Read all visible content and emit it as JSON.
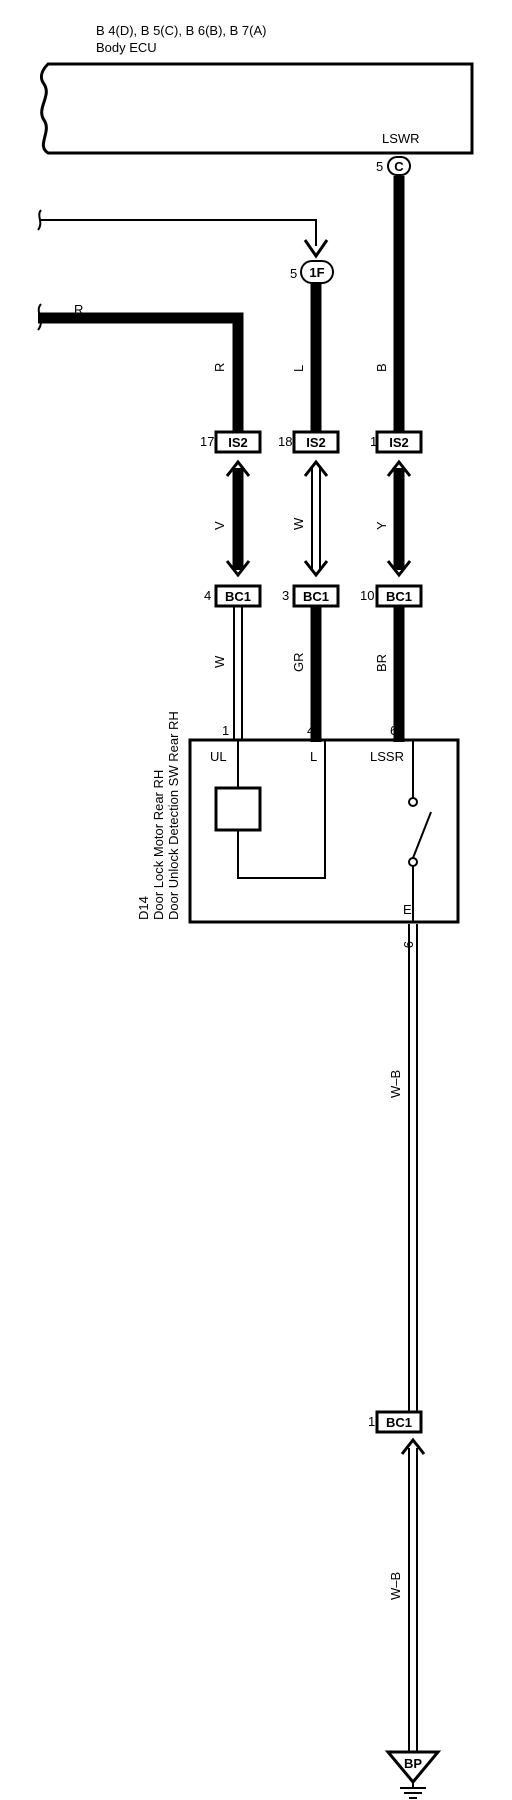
{
  "ecu": {
    "connector_line": "B 4(D), B 5(C), B 6(B), B 7(A)",
    "name": "Body ECU",
    "terminal": "LSWR",
    "pin_number": "5",
    "pin_letter": "C"
  },
  "junction_1f": {
    "pin": "5",
    "label": "1F"
  },
  "wires_upper": [
    {
      "color": "R",
      "side_label": "R"
    },
    {
      "color": "L"
    },
    {
      "color": "B"
    }
  ],
  "is2_connectors": [
    {
      "pin": "17",
      "label": "IS2"
    },
    {
      "pin": "18",
      "label": "IS2"
    },
    {
      "pin": "1",
      "label": "IS2"
    }
  ],
  "wires_mid": [
    "V",
    "W",
    "Y"
  ],
  "bc1_connectors": [
    {
      "pin": "4",
      "label": "BC1"
    },
    {
      "pin": "3",
      "label": "BC1"
    },
    {
      "pin": "10",
      "label": "BC1"
    }
  ],
  "wires_lower": [
    "W",
    "GR",
    "BR"
  ],
  "component": {
    "id": "D14",
    "line1": "Door Lock Motor Rear RH",
    "line2": "Door Unlock Detection SW Rear RH",
    "pins": [
      "1",
      "4",
      "6"
    ],
    "terminals": [
      "UL",
      "L",
      "LSSR"
    ],
    "ground_terminal": "E",
    "ground_pin": "9"
  },
  "ground_wire": [
    "W–B",
    "W–B"
  ],
  "bc1_ground": {
    "pin": "1",
    "label": "BC1"
  },
  "ground_point": "BP"
}
